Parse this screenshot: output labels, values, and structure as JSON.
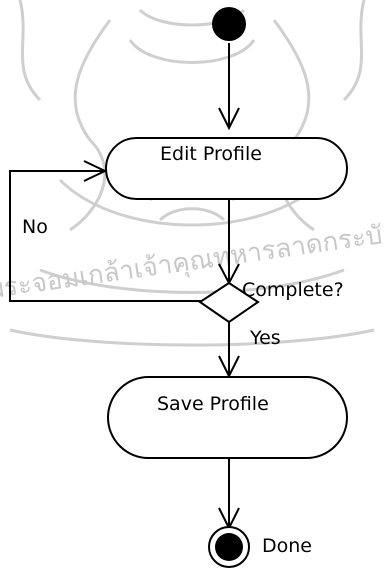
{
  "diagram": {
    "nodes": {
      "start": {
        "kind": "initial"
      },
      "edit": {
        "kind": "action",
        "label": "Edit Profile"
      },
      "decision": {
        "kind": "decision",
        "label": "Complete?"
      },
      "save": {
        "kind": "action",
        "label": "Save Profile"
      },
      "end": {
        "kind": "final",
        "label": "Done"
      }
    },
    "edges": [
      {
        "from": "start",
        "to": "edit",
        "label": ""
      },
      {
        "from": "edit",
        "to": "decision",
        "label": ""
      },
      {
        "from": "decision",
        "to": "edit",
        "label": "No"
      },
      {
        "from": "decision",
        "to": "save",
        "label": "Yes"
      },
      {
        "from": "save",
        "to": "end",
        "label": ""
      }
    ]
  },
  "background": {
    "watermark": {
      "kind": "seal",
      "text": "พระจอมเกล้าเจ้าคุณทหารลาดกระบัง",
      "color": "#c8c8c8"
    }
  },
  "colors": {
    "stroke": "#000000",
    "fill": "#ffffff",
    "watermark": "#cfcfcf"
  }
}
